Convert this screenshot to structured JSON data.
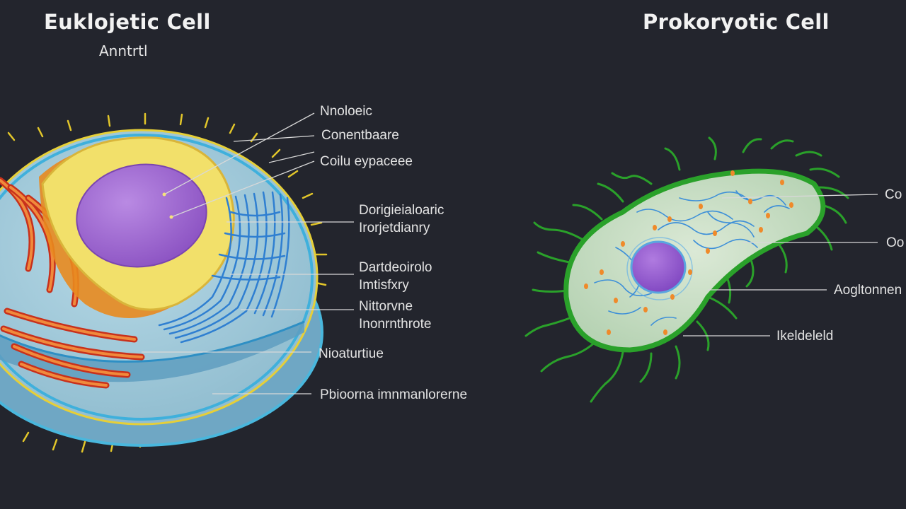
{
  "eukaryotic": {
    "title": "Euklojetic Cell",
    "subtitle": "Anntrtl",
    "labels": [
      "Nnoloeic",
      "Conentbaare",
      "Coilu eypaceee",
      "Dorigieialoaric",
      "Irorjetdianry",
      "Dartdeoirolo",
      "Imtisfxry",
      "Nittorvne",
      "Inonrnthrote",
      "Nioaturtiue",
      "Pbioorna  imnmanlorerne"
    ]
  },
  "prokaryotic": {
    "title": "Prokoryotic Cell",
    "labels": [
      "Co",
      "Oo",
      "Aogltonnen",
      "Ikeldeleld"
    ]
  },
  "colors": {
    "background": "#23252d",
    "label_text": "#e4e4e4",
    "leader_line": "#d8d8d8",
    "cytoplasm": "#a9cfe0",
    "cell_border": "#49b7dd",
    "nucleus": "#a56bd4",
    "nuclear_envelope": "#f2e06a",
    "golgi": "#e45a2a",
    "er": "#2f7fd1",
    "flagella": "#2aa12a",
    "prokaryote_fill": "#c9ddc7",
    "ribosomes": "#ef8a2a"
  }
}
